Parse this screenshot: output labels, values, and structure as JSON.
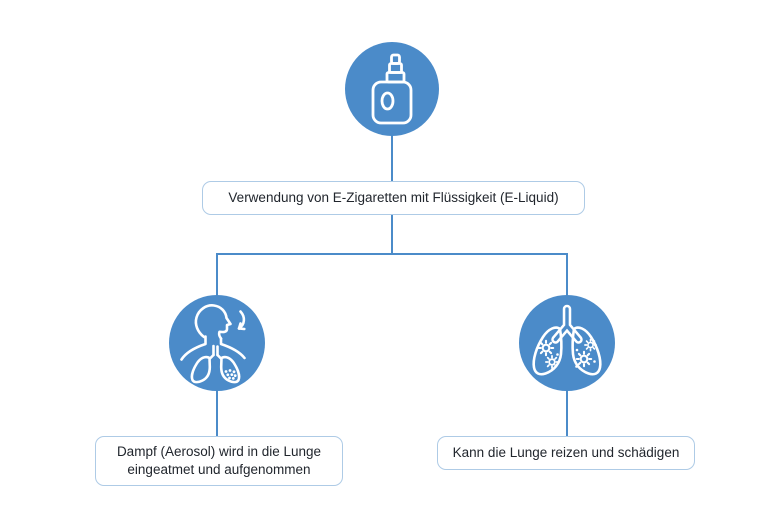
{
  "palette": {
    "background": "#FFFFFF",
    "node_fill": "#4B8BC9",
    "connector": "#4B8BC9",
    "box_fill": "#FFFFFF",
    "box_border": "#AECBE6",
    "text": "#21262D",
    "icon_stroke": "#FFFFFF"
  },
  "flowchart": {
    "root": {
      "icon": "e-cigarette-device",
      "label": "Verwendung von E-Zigaretten mit Flüssigkeit (E-Liquid)"
    },
    "branches": [
      {
        "icon": "person-inhaling-aerosol",
        "label": "Dampf (Aerosol) wird in die Lunge\neingeatmet und aufgenommen"
      },
      {
        "icon": "lungs-with-irritants",
        "label": "Kann die Lunge reizen und schädigen"
      }
    ]
  }
}
